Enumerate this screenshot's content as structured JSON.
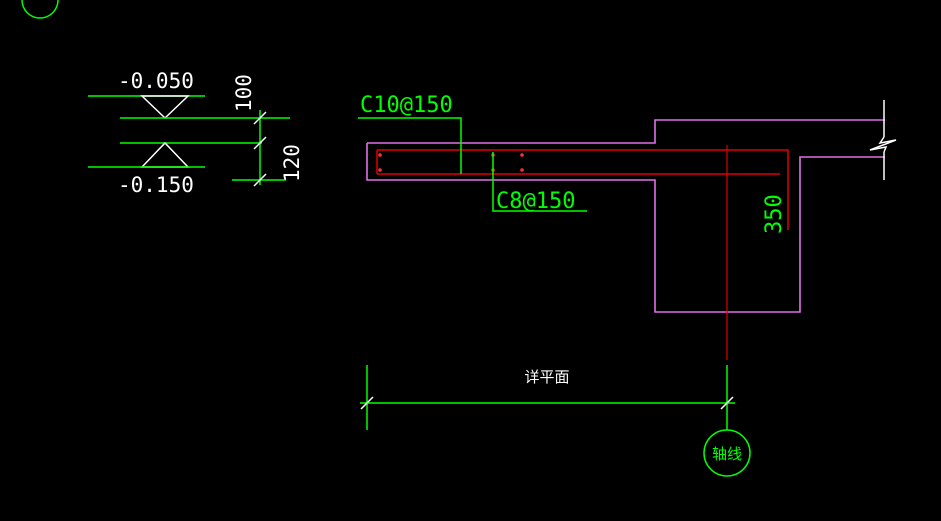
{
  "drawing": {
    "background": "#000000",
    "colors": {
      "dimension_white": "#ffffff",
      "leader_green": "#00ff00",
      "outline_magenta": "#e070e8",
      "rebar_red": "#e00000"
    },
    "elevation_top": "-0.050",
    "elevation_bottom": "-0.150",
    "dim_100": "100",
    "dim_120": "120",
    "rebar_top": "C10@150",
    "rebar_bottom": "C8@150",
    "dim_350": "350",
    "span_label": "详平面",
    "axis_label": "轴线"
  }
}
